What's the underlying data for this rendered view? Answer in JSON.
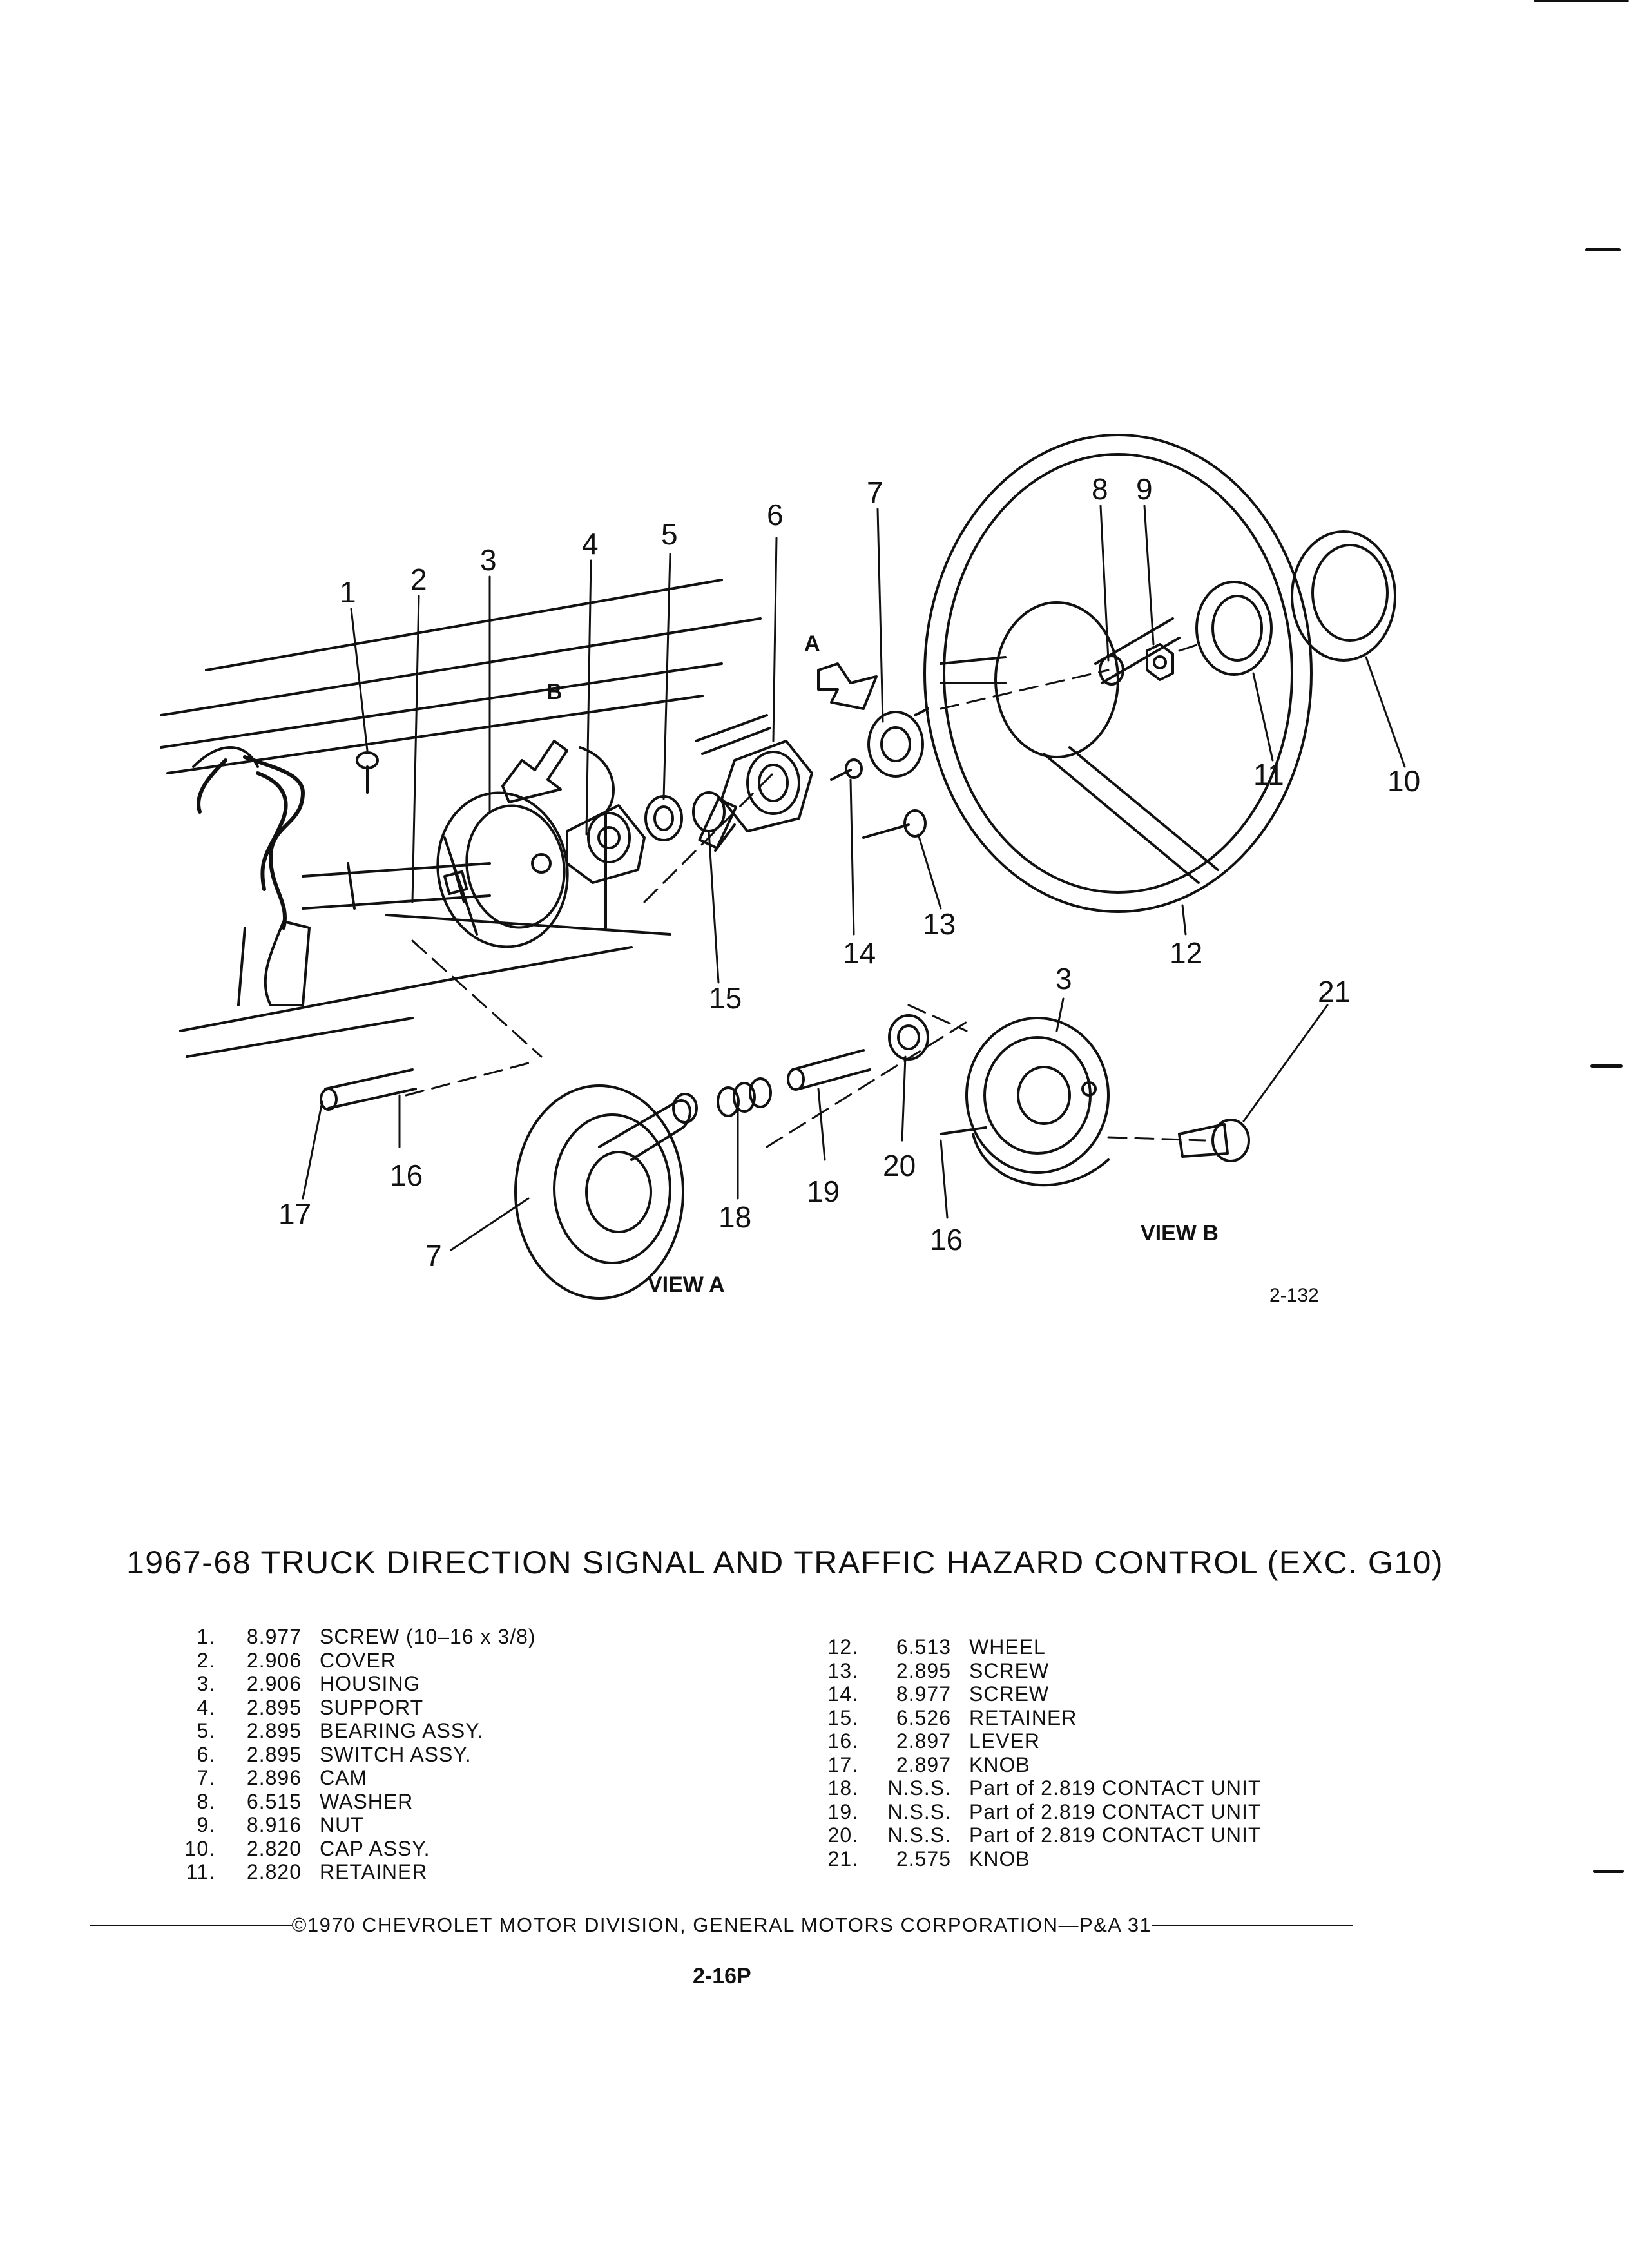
{
  "diagram": {
    "callouts": [
      "1",
      "2",
      "3",
      "4",
      "5",
      "6",
      "7",
      "8",
      "9",
      "10",
      "11",
      "12",
      "13",
      "14",
      "15",
      "3",
      "21",
      "16",
      "17",
      "18",
      "19",
      "20",
      "16",
      "7"
    ],
    "arrow_labels": [
      "A",
      "B"
    ],
    "view_labels": [
      "VIEW A",
      "VIEW B"
    ],
    "figure_code": "2-132"
  },
  "title": "1967-68 TRUCK DIRECTION SIGNAL AND TRAFFIC HAZARD CONTROL (EXC. G10)",
  "parts_left": [
    {
      "num": "1.",
      "code": "8.977",
      "desc": "SCREW (10–16 x 3/8)"
    },
    {
      "num": "2.",
      "code": "2.906",
      "desc": "COVER"
    },
    {
      "num": "3.",
      "code": "2.906",
      "desc": "HOUSING"
    },
    {
      "num": "4.",
      "code": "2.895",
      "desc": "SUPPORT"
    },
    {
      "num": "5.",
      "code": "2.895",
      "desc": "BEARING ASSY."
    },
    {
      "num": "6.",
      "code": "2.895",
      "desc": "SWITCH ASSY."
    },
    {
      "num": "7.",
      "code": "2.896",
      "desc": "CAM"
    },
    {
      "num": "8.",
      "code": "6.515",
      "desc": "WASHER"
    },
    {
      "num": "9.",
      "code": "8.916",
      "desc": "NUT"
    },
    {
      "num": "10.",
      "code": "2.820",
      "desc": "CAP ASSY."
    },
    {
      "num": "11.",
      "code": "2.820",
      "desc": "RETAINER"
    }
  ],
  "parts_right": [
    {
      "num": "12.",
      "code": "6.513",
      "desc": "WHEEL"
    },
    {
      "num": "13.",
      "code": "2.895",
      "desc": "SCREW"
    },
    {
      "num": "14.",
      "code": "8.977",
      "desc": "SCREW"
    },
    {
      "num": "15.",
      "code": "6.526",
      "desc": "RETAINER"
    },
    {
      "num": "16.",
      "code": "2.897",
      "desc": "LEVER"
    },
    {
      "num": "17.",
      "code": "2.897",
      "desc": "KNOB"
    },
    {
      "num": "18.",
      "code": "N.S.S.",
      "desc": "Part of 2.819 CONTACT UNIT"
    },
    {
      "num": "19.",
      "code": "N.S.S.",
      "desc": "Part of 2.819 CONTACT UNIT"
    },
    {
      "num": "20.",
      "code": "N.S.S.",
      "desc": "Part of 2.819 CONTACT UNIT"
    },
    {
      "num": "21.",
      "code": "2.575",
      "desc": "KNOB"
    }
  ],
  "footer": "©1970 CHEVROLET MOTOR DIVISION, GENERAL MOTORS CORPORATION—P&A 31",
  "page_number": "2-16P"
}
